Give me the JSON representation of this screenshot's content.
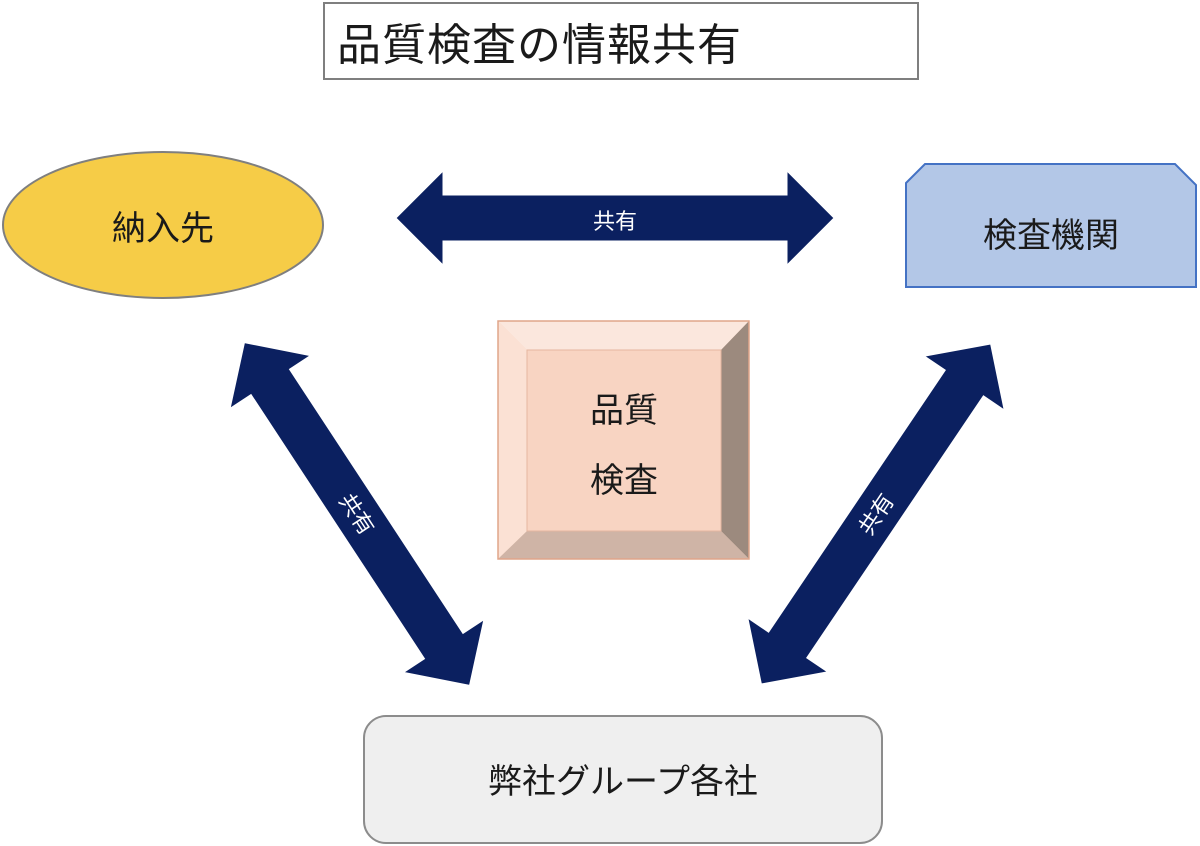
{
  "title": "品質検査の情報共有",
  "center": {
    "line1": "品質",
    "line2": "検査"
  },
  "nodes": {
    "customer": "納入先",
    "inspection_agency": "検査機関",
    "group_companies": "弊社グループ各社"
  },
  "arrows": {
    "top_label": "共有",
    "left_label": "共有",
    "right_label": "共有"
  },
  "colors": {
    "arrow": "#0b2060",
    "customer_fill": "#f6cc47",
    "agency_fill": "#b3c7e7",
    "group_fill": "#efefef",
    "bevel_face": "#f8d4c2"
  }
}
